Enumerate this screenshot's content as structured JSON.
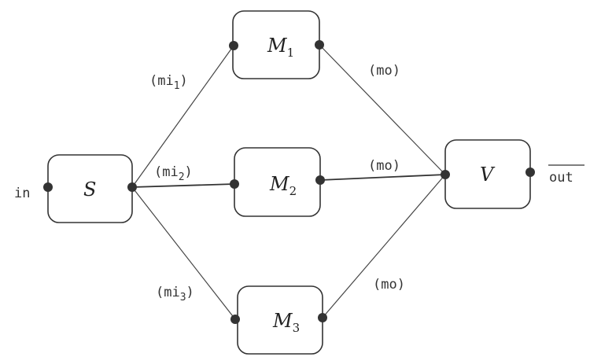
{
  "nodes": {
    "s": {
      "name": "S"
    },
    "m1": {
      "name": "M",
      "sub": "1"
    },
    "m2": {
      "name": "M",
      "sub": "2"
    },
    "m3": {
      "name": "M",
      "sub": "3"
    },
    "v": {
      "name": "V"
    }
  },
  "terminals": {
    "in": "in",
    "out": "out"
  },
  "edge_labels": {
    "mi1": {
      "open": "(mi",
      "sub": "1",
      "close": ")"
    },
    "mi2": {
      "open": "(mi",
      "sub": "2",
      "close": ")"
    },
    "mi3": {
      "open": "(mi",
      "sub": "3",
      "close": ")"
    },
    "mo1": "(mo)",
    "mo2": "(mo)",
    "mo3": "(mo)"
  }
}
